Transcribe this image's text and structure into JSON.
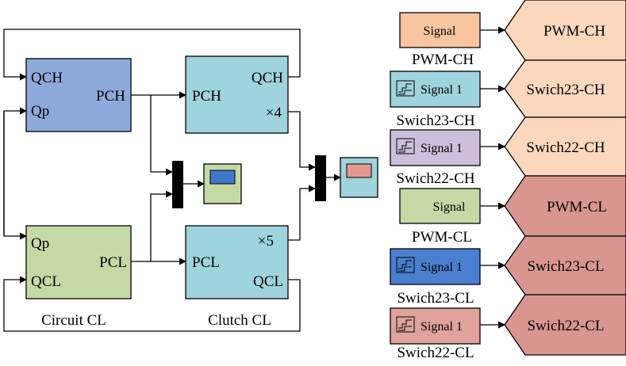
{
  "colors": {
    "blue_block": "#8eaadb",
    "teal_block": "#9fd3dd",
    "green_block": "#c5d9a5",
    "orange_source": "#f7c59f",
    "purple_source": "#cdbfdc",
    "dark_blue_source": "#4a7fd0",
    "pink_source": "#dfa39b",
    "peach_tag": "#fbd8bd",
    "rose_tag": "#d99690",
    "scope_blue": "#3f78c9",
    "scope_pink": "#e29a90"
  },
  "blocks": {
    "circuit_ch": {
      "ports_in": [
        "QCH",
        "Qp"
      ],
      "ports_out": [
        "PCH"
      ]
    },
    "clutch_ch": {
      "ports_in": [
        "PCH"
      ],
      "ports_out": [
        "QCH",
        "×4"
      ]
    },
    "circuit_cl": {
      "ports_in": [
        "Qp",
        "QCL"
      ],
      "ports_out": [
        "PCL"
      ],
      "caption": "Circuit CL"
    },
    "clutch_cl": {
      "ports_in": [
        "PCL"
      ],
      "ports_out": [
        "×5",
        "QCL"
      ],
      "caption": "Clutch CL"
    }
  },
  "sources": [
    {
      "label": "Signal",
      "caption": "PWM-CH",
      "icon": ""
    },
    {
      "label": "Signal 1",
      "caption": "Swich23-CH",
      "icon": "signal-builder-icon"
    },
    {
      "label": "Signal 1",
      "caption": "Swich22-CH",
      "icon": "signal-builder-icon"
    },
    {
      "label": "Signal",
      "caption": "PWM-CL",
      "icon": ""
    },
    {
      "label": "Signal 1",
      "caption": "Swich23-CL",
      "icon": "signal-builder-icon"
    },
    {
      "label": "Signal 1",
      "caption": "Swich22-CL",
      "icon": "signal-builder-icon"
    }
  ],
  "tags": [
    "PWM-CH",
    "Swich23-CH",
    "Swich22-CH",
    "PWM-CL",
    "Swich23-CL",
    "Swich22-CL"
  ]
}
